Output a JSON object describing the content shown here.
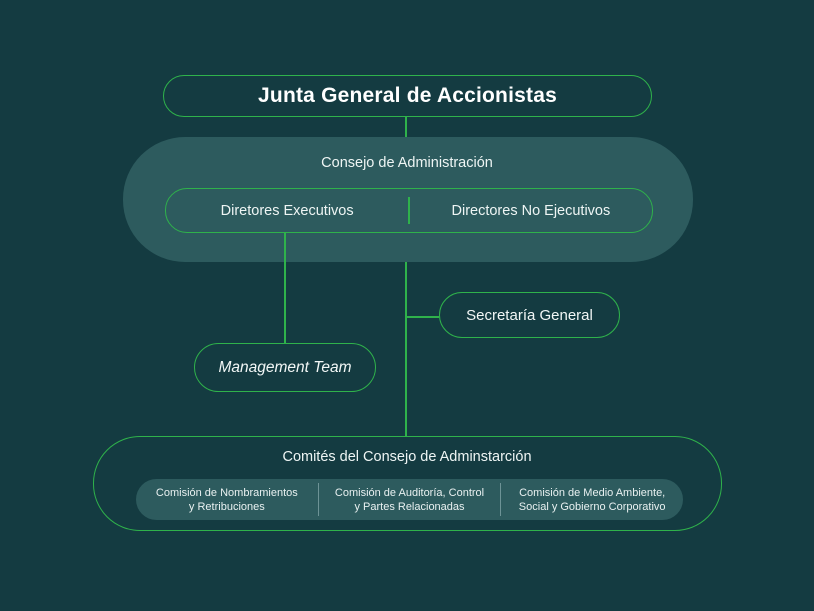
{
  "colors": {
    "background": "#143b41",
    "panel_teal": "#2d5b5e",
    "accent_green": "#2fb24b",
    "text": "#f2f7f6"
  },
  "nodes": {
    "junta": {
      "label": "Junta General de Accionistas"
    },
    "consejo": {
      "title": "Consejo de Administración",
      "left": "Diretores Executivos",
      "right": "Directores No Ejecutivos"
    },
    "secretaria": {
      "label": "Secretaría General"
    },
    "management": {
      "label": "Management Team"
    },
    "comites": {
      "title": "Comités del Consejo de Adminstarción",
      "items": [
        {
          "line1": "Comisión de Nombramientos",
          "line2": "y Retribuciones"
        },
        {
          "line1": "Comisión de Auditoría, Control",
          "line2": "y Partes Relacionadas"
        },
        {
          "line1": "Comisión de Medio Ambiente,",
          "line2": "Social y Gobierno Corporativo"
        }
      ]
    }
  }
}
